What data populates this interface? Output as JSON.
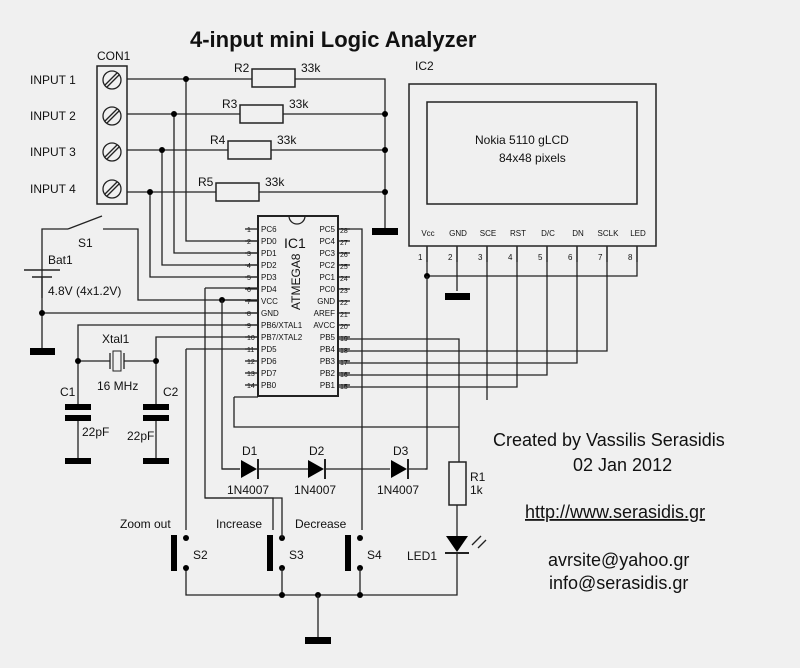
{
  "title": "4-input mini Logic Analyzer",
  "connector": {
    "ref": "CON1",
    "inputs": [
      "INPUT 1",
      "INPUT 2",
      "INPUT 3",
      "INPUT 4"
    ]
  },
  "resistors": [
    {
      "ref": "R2",
      "value": "33k"
    },
    {
      "ref": "R3",
      "value": "33k"
    },
    {
      "ref": "R4",
      "value": "33k"
    },
    {
      "ref": "R5",
      "value": "33k"
    },
    {
      "ref": "R1",
      "value": "1k"
    }
  ],
  "switch_power": {
    "ref": "S1"
  },
  "battery": {
    "ref": "Bat1",
    "value": "4.8V (4x1.2V)"
  },
  "crystal": {
    "ref": "Xtal1",
    "value": "16 MHz"
  },
  "capacitors": [
    {
      "ref": "C1",
      "value": "22pF"
    },
    {
      "ref": "C2",
      "value": "22pF"
    }
  ],
  "ic1": {
    "ref": "IC1",
    "part": "ATMEGA8",
    "left_pins": [
      {
        "num": "1",
        "name": "PC6"
      },
      {
        "num": "2",
        "name": "PD0"
      },
      {
        "num": "3",
        "name": "PD1"
      },
      {
        "num": "4",
        "name": "PD2"
      },
      {
        "num": "5",
        "name": "PD3"
      },
      {
        "num": "6",
        "name": "PD4"
      },
      {
        "num": "7",
        "name": "VCC"
      },
      {
        "num": "8",
        "name": "GND"
      },
      {
        "num": "9",
        "name": "PB6/XTAL1"
      },
      {
        "num": "10",
        "name": "PB7/XTAL2"
      },
      {
        "num": "11",
        "name": "PD5"
      },
      {
        "num": "12",
        "name": "PD6"
      },
      {
        "num": "13",
        "name": "PD7"
      },
      {
        "num": "14",
        "name": "PB0"
      }
    ],
    "right_pins": [
      {
        "num": "28",
        "name": "PC5"
      },
      {
        "num": "27",
        "name": "PC4"
      },
      {
        "num": "26",
        "name": "PC3"
      },
      {
        "num": "25",
        "name": "PC2"
      },
      {
        "num": "24",
        "name": "PC1"
      },
      {
        "num": "23",
        "name": "PC0"
      },
      {
        "num": "22",
        "name": "GND"
      },
      {
        "num": "21",
        "name": "AREF"
      },
      {
        "num": "20",
        "name": "AVCC"
      },
      {
        "num": "19",
        "name": "PB5"
      },
      {
        "num": "18",
        "name": "PB4"
      },
      {
        "num": "17",
        "name": "PB3"
      },
      {
        "num": "16",
        "name": "PB2"
      },
      {
        "num": "15",
        "name": "PB1"
      }
    ]
  },
  "ic2": {
    "ref": "IC2",
    "line1": "Nokia 5110 gLCD",
    "line2": "84x48 pixels",
    "pins": [
      {
        "num": "1",
        "name": "Vcc"
      },
      {
        "num": "2",
        "name": "GND"
      },
      {
        "num": "3",
        "name": "SCE"
      },
      {
        "num": "4",
        "name": "RST"
      },
      {
        "num": "5",
        "name": "D/C"
      },
      {
        "num": "6",
        "name": "DN"
      },
      {
        "num": "7",
        "name": "SCLK"
      },
      {
        "num": "8",
        "name": "LED"
      }
    ]
  },
  "diodes": [
    {
      "ref": "D1",
      "value": "1N4007"
    },
    {
      "ref": "D2",
      "value": "1N4007"
    },
    {
      "ref": "D3",
      "value": "1N4007"
    }
  ],
  "buttons": [
    {
      "ref": "S2",
      "label": "Zoom out"
    },
    {
      "ref": "S3",
      "label": "Increase"
    },
    {
      "ref": "S4",
      "label": "Decrease"
    }
  ],
  "led": {
    "ref": "LED1"
  },
  "credits": {
    "author": "Created by Vassilis Serasidis",
    "date": "02 Jan 2012",
    "url": "http://www.serasidis.gr",
    "email1": "avrsite@yahoo.gr",
    "email2": "info@serasidis.gr"
  }
}
